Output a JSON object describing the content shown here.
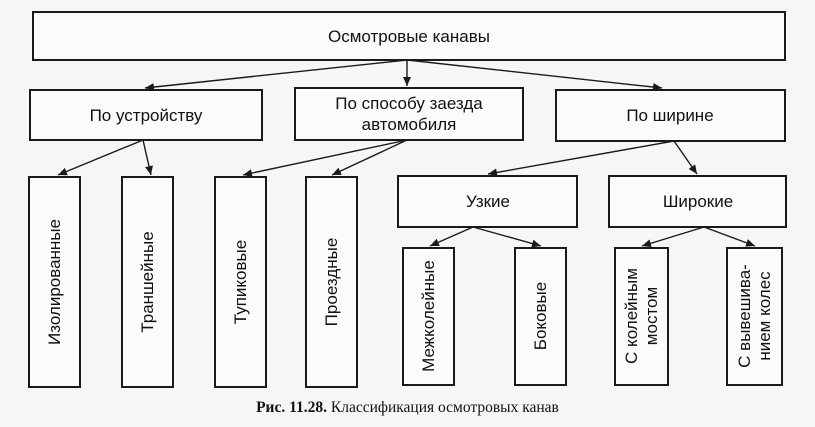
{
  "diagram": {
    "root": "Осмотровые канавы",
    "by_device": "По устройству",
    "by_entry_line1": "По способу заезда",
    "by_entry_line2": "автомобиля",
    "by_width": "По ширине",
    "narrow": "Узкие",
    "wide": "Широкие",
    "isolated": "Изолированные",
    "trench": "Траншейные",
    "deadend": "Тупиковые",
    "through": "Проездные",
    "between_track": "Межколейные",
    "side": "Боковые",
    "track_bridge_line1": "С колейным",
    "track_bridge_line2": "мостом",
    "hanging_line1": "С вывешива-",
    "hanging_line2": "нием колес"
  },
  "caption": {
    "label": "Рис. 11.28.",
    "text": "Классификация осмотровых канав"
  },
  "colors": {
    "stroke": "#1a1a1a",
    "box_fill": "#fbfbfa",
    "background": "#f6f6f4"
  }
}
